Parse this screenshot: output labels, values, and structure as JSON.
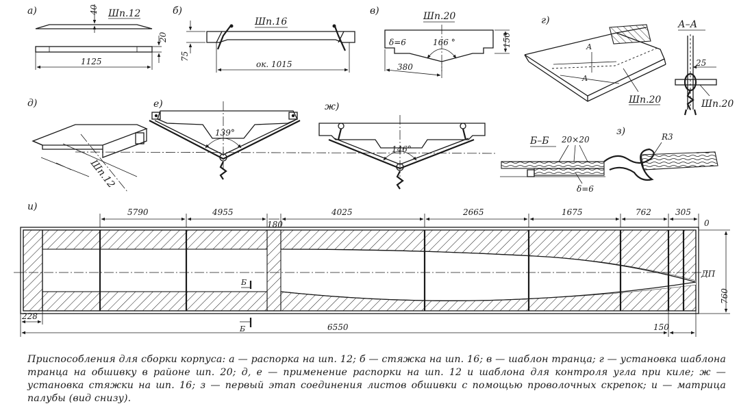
{
  "panels": {
    "a": {
      "label": "а)",
      "template": "Шп.12",
      "dim_top": "40",
      "dim_side": "20",
      "dim_length": "1125"
    },
    "b": {
      "label": "б)",
      "template": "Шп.16",
      "dim_side": "75",
      "dim_length": "ок. 1015"
    },
    "v": {
      "label": "в)",
      "template": "Шп.20",
      "thickness": "δ=6",
      "angle": "166 °",
      "dim_height": "150",
      "dim_width": "380"
    },
    "g": {
      "label": "г)",
      "template": "Шп.20",
      "section_mark": "А",
      "section_title": "А–А",
      "dim_25": "25",
      "section_template": "Шп.20"
    },
    "d": {
      "label": "д)",
      "template": "Шп.12"
    },
    "e": {
      "label": "е)",
      "angle": "139°"
    },
    "zh": {
      "label": "ж)",
      "angle": "146°"
    },
    "bb": {
      "section_title": "Б–Б",
      "dim_20x20": "20×20",
      "thickness": "δ=6"
    },
    "z": {
      "label": "з)",
      "radius": "R3"
    },
    "i": {
      "label": "и)",
      "top_dims": [
        "5790",
        "4955",
        "180",
        "4025",
        "2665",
        "1675",
        "762",
        "305"
      ],
      "zero": "0",
      "centerline": "ДП",
      "width": "760",
      "section_mark": "Б",
      "dim_228": "228",
      "dim_total": "6550",
      "dim_150": "150"
    }
  },
  "caption": "Приспособления для сборки корпуса: а — распорка на шп. 12; б — стяжка на шп. 16; в — шаблон транца; г — установка шаблона транца на обшивку в районе шп. 20; д, е — применение распорки на шп. 12 и шаблона для контроля угла при киле; ж — установка стяжки на шп. 16; з — первый этап соединения листов обшивки с помощью проволочных скрепок; и — матрица палубы (вид снизу)."
}
